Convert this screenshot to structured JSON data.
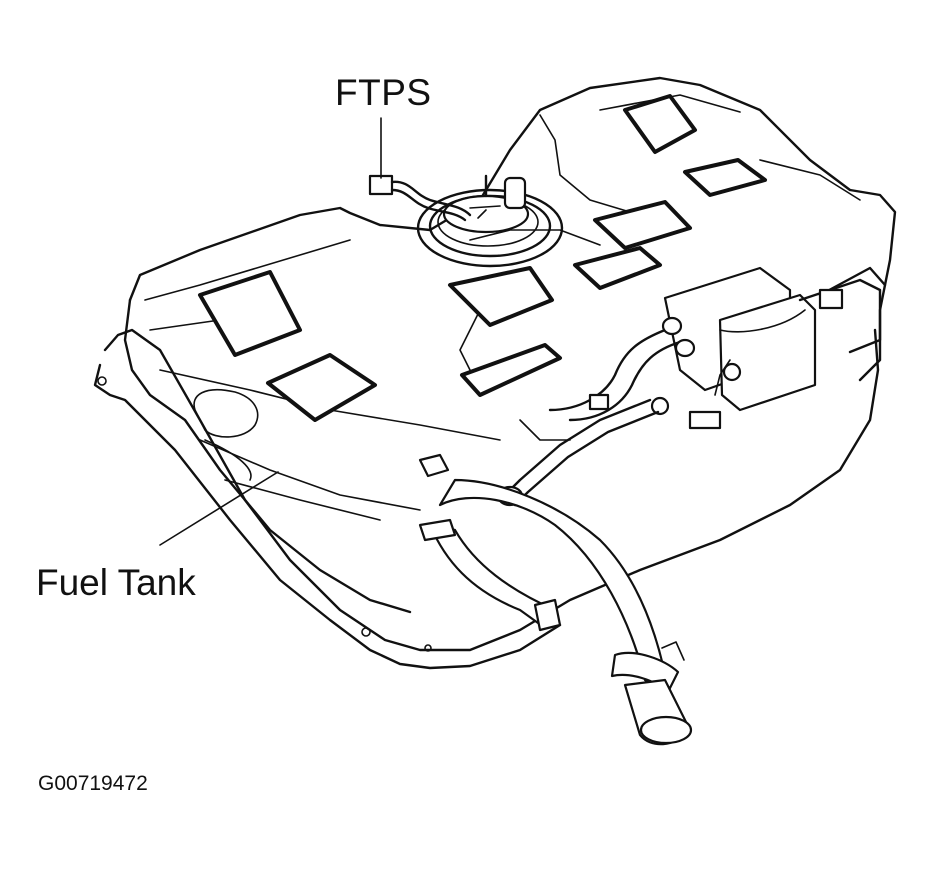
{
  "labels": {
    "sender": "FTPS",
    "tank": "Fuel Tank",
    "figure_id": "G00719472"
  },
  "colors": {
    "line": "#111111",
    "background": "#ffffff"
  }
}
